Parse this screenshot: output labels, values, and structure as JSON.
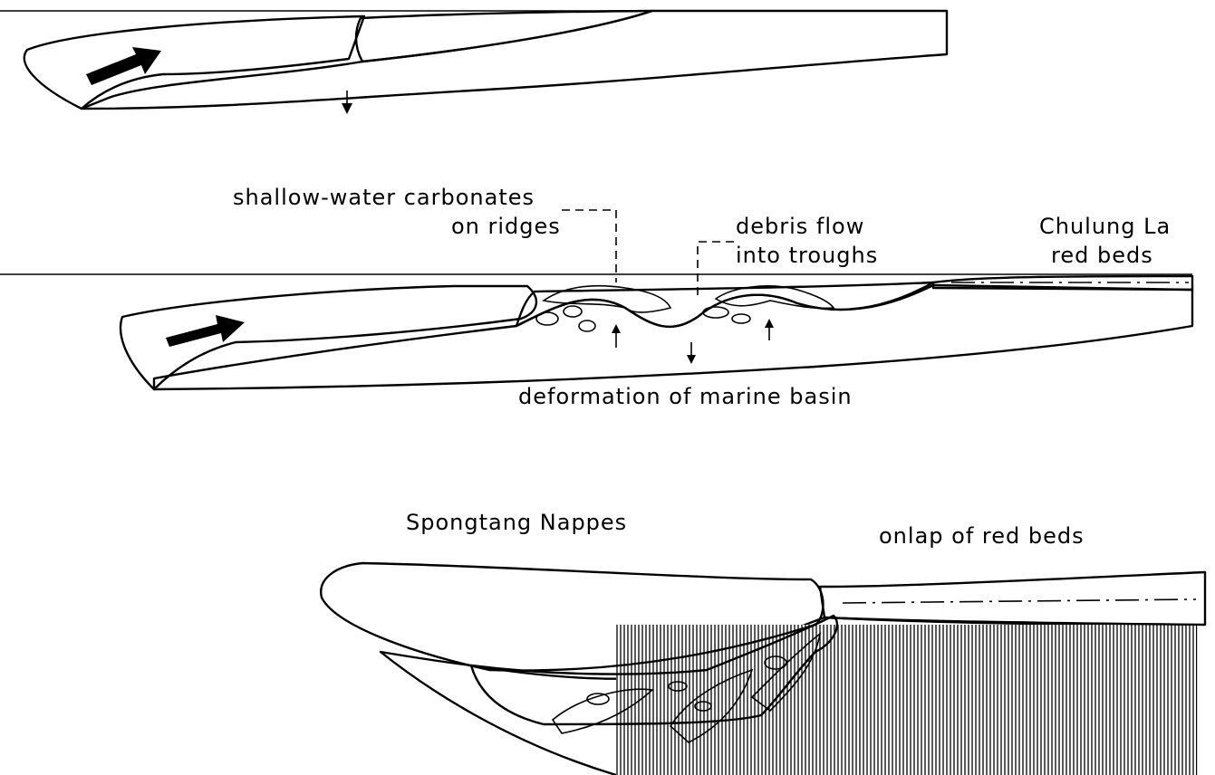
{
  "labels": {
    "shallow_water_1": "shallow-water carbonates",
    "shallow_water_2": "on ridges",
    "debris_1": "debris flow",
    "debris_2": "into troughs",
    "chulung_1": "Chulung La",
    "chulung_2": "red beds",
    "deformation": "deformation of marine basin",
    "spongtang": "Spongtang Nappes",
    "onlap": "onlap of red beds"
  },
  "colors": {
    "ink": "#000000",
    "paper": "#ffffff"
  }
}
